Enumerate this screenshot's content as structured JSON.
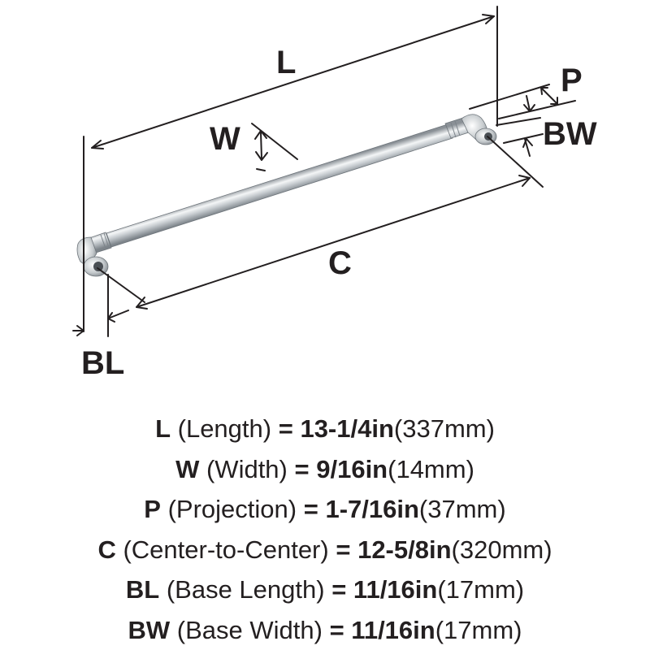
{
  "diagram": {
    "labels": {
      "L": "L",
      "W": "W",
      "P": "P",
      "BW": "BW",
      "C": "C",
      "BL": "BL"
    }
  },
  "specs": [
    {
      "code": "L",
      "name": "(Length)",
      "eq": "=",
      "imperial": "13-1/4in",
      "metric": "(337mm)"
    },
    {
      "code": "W",
      "name": "(Width)",
      "eq": "=",
      "imperial": "9/16in",
      "metric": "(14mm)"
    },
    {
      "code": "P",
      "name": "(Projection)",
      "eq": "=",
      "imperial": "1-7/16in",
      "metric": "(37mm)"
    },
    {
      "code": "C",
      "name": "(Center-to-Center)",
      "eq": "=",
      "imperial": "12-5/8in",
      "metric": "(320mm)"
    },
    {
      "code": "BL",
      "name": "(Base Length)",
      "eq": "=",
      "imperial": "11/16in",
      "metric": "(17mm)"
    },
    {
      "code": "BW",
      "name": "(Base Width)",
      "eq": "=",
      "imperial": "11/16in",
      "metric": "(17mm)"
    }
  ],
  "colors": {
    "ink": "#231f20",
    "chrome_dark": "#8a9096",
    "chrome_light": "#f4f6f7"
  }
}
